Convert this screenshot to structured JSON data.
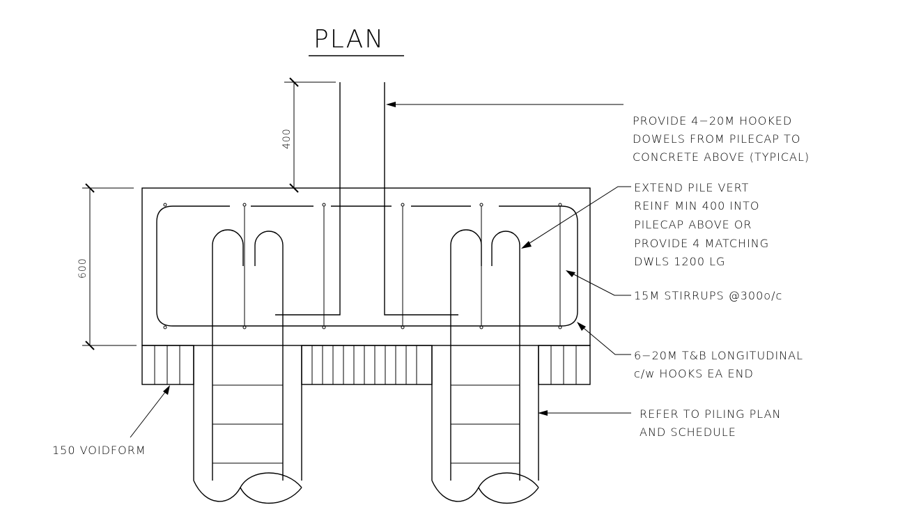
{
  "title": "PLAN",
  "dimensions": {
    "dowel_extension": "400",
    "pilecap_depth": "600"
  },
  "notes": {
    "dowels": [
      "PROVIDE 4−20M HOOKED",
      "DOWELS FROM PILECAP TO",
      "CONCRETE ABOVE (TYPICAL)"
    ],
    "pile_reinf": [
      "EXTEND PILE VERT",
      "REINF MIN 400 INTO",
      "PILECAP ABOVE OR",
      "PROVIDE 4 MATCHING",
      "DWLS 1200 LG"
    ],
    "stirrups": [
      "15M STIRRUPS @300o/c"
    ],
    "longitudinal": [
      "6−20M T&B LONGITUDINAL",
      "c/w HOOKS EA END"
    ],
    "voidform": [
      "150 VOIDFORM"
    ],
    "piling": [
      "REFER TO PILING PLAN",
      "AND SCHEDULE"
    ]
  },
  "colors": {
    "ink": "#000000",
    "paper": "#ffffff"
  }
}
